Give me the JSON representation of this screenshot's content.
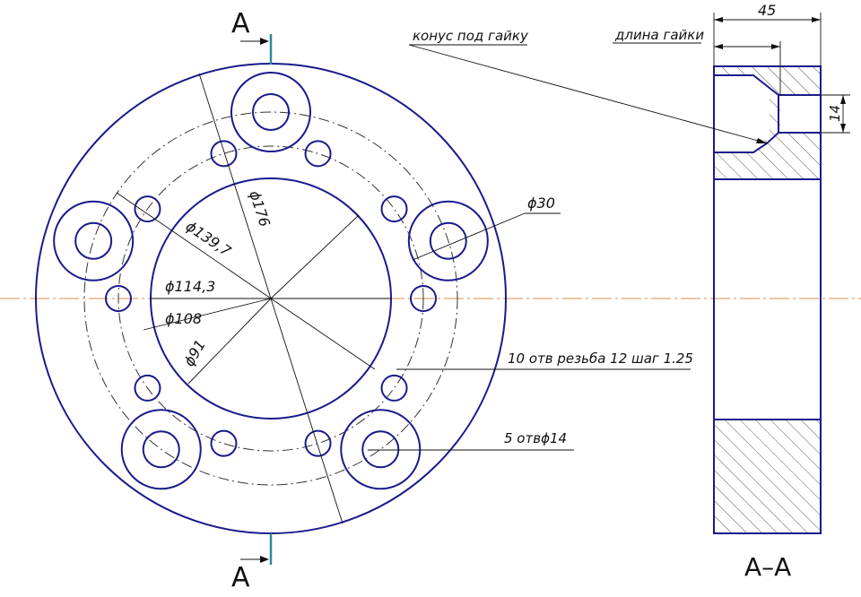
{
  "section_marks": {
    "top": "A",
    "bottom": "A",
    "view_title": "A–A"
  },
  "dimensions": {
    "d176": "ϕ176",
    "d139_7": "ϕ139,7",
    "d114_3": "ϕ114,3",
    "d108": "ϕ108",
    "d91": "ϕ91",
    "d30": "ϕ30",
    "width_45": "45",
    "height_14": "14"
  },
  "callouts": {
    "cone": "конус под гайку",
    "nut_length": "длина гайки",
    "threaded_holes": "10 отв резьба 12 шаг 1.25",
    "through_holes": "5 отвϕ14"
  },
  "colors": {
    "outline": "#1a1a8c",
    "thin": "#222222",
    "centerline": "#d98c4a",
    "section_line": "#2a8c9a"
  }
}
